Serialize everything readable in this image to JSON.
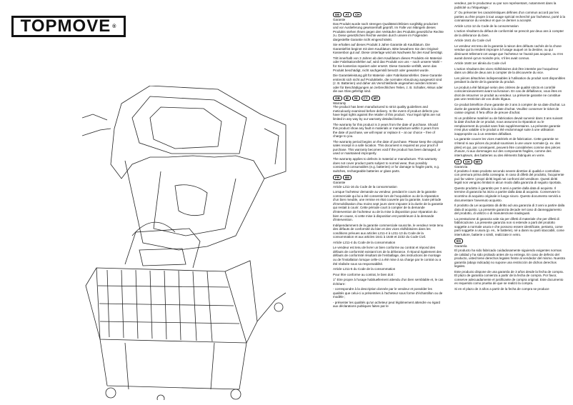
{
  "brand": {
    "logo_text": "TOPMOVE",
    "registered": "®"
  },
  "illustration": {
    "subject": "shopping trolley bag and baby seat cover line drawing"
  },
  "column1": {
    "sections": [
      {
        "badges": [
          "DE",
          "AT",
          "CH"
        ],
        "heading": "Garantie",
        "paragraphs": [
          "Das Produkt wurde nach strengen Qualitätsrichtlinien sorgfältig produziert und vor Auslieferung gewissenhaft geprüft. Im Falle von Mängeln dieses Produkts stehen Ihnen gegen den Verkäufer des Produkts gesetzliche Rechte zu. Diese gesetzlichen Rechte werden durch unsere im Folgenden dargestellte Garantie nicht eingeschränkt.",
          "Sie erhalten auf dieses Produkt 3 Jahre Garantie ab Kaufdatum. Die Garantiefrist beginnt mit dem Kaufdatum. Bitte bewahren Sie den Original-Kassenbon gut auf. Diese Unterlage wird als Nachweis für den Kauf benötigt.",
          "Tritt innerhalb von 3 Jahren ab dem Kaufdatum dieses Produkts ein Material- oder Fabrikationsfehler auf, wird das Produkt von uns – nach unserer Wahl – für Sie kostenlos repariert oder ersetzt. Diese Garantie verfällt, wenn das Produkt beschädigt, nicht sachgemäß benutzt oder gewartet wurde.",
          "Die Garantieleistung gilt für Material- oder Fabrikationsfehler. Diese Garantie erstreckt sich nicht auf Produktteile, die normaler Abnutzung ausgesetzt sind (z. B. Batterien) und daher als Verschleißteile angesehen werden können oder für Beschädigungen an zerbrechlichen Teilen, z. B. Schalter, Akkus oder die aus Glas gefertigt sind."
        ]
      },
      {
        "badges": [
          "GB",
          "IE",
          "NI",
          "CY",
          "MT"
        ],
        "heading": "Warranty",
        "paragraphs": [
          "The product has been manufactured to strict quality guidelines and meticulously examined before delivery. In the event of product defects you have legal rights against the retailer of this product. Your legal rights are not limited in any way by our warranty detailed below.",
          "The warranty for this product is 3 years from the date of purchase. Should this product show any fault in materials or manufacture within 3 years from the date of purchase, we will repair or replace it – at our choice – free of charge to you.",
          "The warranty period begins on the date of purchase. Please keep the original sales receipt in a safe location. This document is required as your proof of purchase. This warranty becomes void if the product has been damaged, or used or maintained improperly.",
          "The warranty applies to defects in material or manufacture. This warranty does not cover product parts subject to normal wear, thus possibly considered consumables (e.g. batteries) or for damage to fragile parts, e.g. switches, rechargeable batteries or glass parts."
        ]
      },
      {
        "badges": [
          "FR",
          "BE"
        ],
        "heading": "Garantie",
        "paragraphs": [
          "Article L211-16 du Code de la consommation",
          "Lorsque l'acheteur demande au vendeur, pendant le cours de la garantie commerciale qui lui a été consentie lors de l'acquisition ou de la réparation d'un bien meuble, une remise en état couverte par la garantie, toute période d'immobilisation d'au moins sept jours vient s'ajouter à la durée de la garantie qui restait à courir. Cette période court à compter de la demande d'intervention de l'acheteur ou de la mise à disposition pour réparation du bien en cause, si cette mise à disposition est postérieure à la demande d'intervention.",
          "Indépendamment de la garantie commerciale souscrite, le vendeur reste tenu des défauts de conformité du bien et des vices rédhibitoires dans les conditions prévues aux articles L211-4 à L211-13 du Code de la consommation et aux articles 1641 à 1648 et 2232 du Code Civil.",
          "Article L211-4 du Code de la consommation",
          "Le vendeur est tenu de livrer un bien conforme au contrat et répond des défauts de conformité existant lors de la délivrance. Il répond également des défauts de conformité résultant de l'emballage, des instructions de montage ou de l'installation lorsque celle-ci a été mise à sa charge par le contrat ou a été réalisée sous sa responsabilité.",
          "Article L211-5 du Code de la consommation",
          "Pour être conforme au contrat, le bien doit :",
          "1° Etre propre à l'usage habituellement attendu d'un bien semblable et, le cas échéant :",
          "- correspondre à la description donnée par le vendeur et posséder les qualités que celui-ci a présentées à l'acheteur sous forme d'échantillon ou de modèle ;",
          "- présenter les qualités qu'un acheteur peut légitimement attendre eu égard aux déclarations publiques faites par le"
        ]
      }
    ]
  },
  "column2": {
    "sections": [
      {
        "badges": [],
        "heading": "",
        "paragraphs": [
          "vendeur, par le producteur ou par son représentant, notamment dans la publicité ou l'étiquetage ;",
          "2° Ou présenter les caractéristiques définies d'un commun accord par les parties ou être propre à tout usage spécial recherché par l'acheteur, porté à la connaissance du vendeur et que ce dernier a accepté.",
          "Article L211-12 du Code de la consommation",
          "L'action résultant du défaut de conformité se prescrit par deux ans à compter de la délivrance du bien.",
          "Article 1641 du Code civil",
          "Le vendeur est tenu de la garantie à raison des défauts cachés de la chose vendue qui la rendent impropre à l'usage auquel on la destine, ou qui diminuent tellement cet usage que l'acheteur ne l'aurait pas acquise, ou n'en aurait donné qu'un moindre prix, s'il les avait connus.",
          "Article 1648 1er alinéa du Code civil",
          "L'action résultant des vices rédhibitoires doit être intentée par l'acquéreur dans un délai de deux ans à compter de la découverte du vice.",
          "Les pièces détachées indispensables à l'utilisation du produit sont disponibles pendant la durée de la garantie du produit.",
          "Le produit a été fabriqué selon des critères de qualité stricts et contrôlé consciencieusement avant sa livraison. En cas de défaillance, vous êtes en droit de retourner ce produit au vendeur. La présente garantie ne constitue pas une restriction de vos droits légaux.",
          "Ce produit bénéficie d'une garantie de 3 ans à compter de sa date d'achat. La durée de garantie débute à la date d'achat. Veuillez conserver le ticket de caisse original. Il fera office de preuve d'achat.",
          "Si un problème matériel ou de fabrication devait survenir dans 3 ans suivant la date d'achat de ce produit, nous assurons la réparation ou le remplacement du produit sans frais supplémentaires. La présente garantie n'est plus valable si le produit a été endommagé suite à une utilisation inappropriée ou à un entretien défaillant.",
          "La garantie couvre les vices matériels et de fabrication. Cette garantie ne s'étend ni aux pièces du produit soumises à une usure normale (p. ex. des piles) et qui, par conséquent, peuvent être considérées comme des pièces d'usure, ni aux dommages sur des composants fragiles, comme des interrupteurs, des batteries ou des éléments fabriqués en verre."
        ]
      },
      {
        "badges": [
          "IT",
          "CH",
          "MT"
        ],
        "heading": "Garanzia",
        "paragraphs": [
          "Il prodotto è stato prodotto secondo severe direttive di qualità e controllato con premura prima della consegna. In caso di difetti del prodotto, l'acquirente può far valere i propri diritti legali nei confronti del venditore. Questi diritti legali non vengono limitati in alcun modo dalla garanzia di seguito riportata.",
          "Questo prodotto è garantito per 3 anni a partire dalla data di acquisto. Il termine di garanzia ha inizio a partire dalla data di acquisto. Conservare lo scontrino di acquisto originale in luogo sicuro. Questo documento servirà a documentare l'avvenuto acquisto.",
          "Il prodotto da Lei acquistato dà diritto ad una garanzia di 3 anni a partire dalla data di acquisto. La presente garanzia decade nel caso di danneggiamento del prodotto, di utilizzo o di manutenzione inadeguati.",
          "La prestazione di garanzia vale sia per difetti di materiale che per difetti di fabbricazione. La presente garanzia non si estende a parti del prodotto soggette a normale usura e che possono essere identificate, pertanto, come parti soggette a usura (p. es., le batterie), né a danni su parti staccabili, come interruttore, batterie o simili, realizzate in vetro."
        ]
      },
      {
        "badges": [
          "ES"
        ],
        "heading": "Garantía",
        "paragraphs": [
          "El producto ha sido fabricado cuidadosamente siguiendo exigentes normas de calidad y ha sido probado antes de su entrega. En caso de defecto del producto, usted tiene derechos legales frente al vendedor del mismo. Nuestra garantía (abajo indicada) no supone una restricción de dichos derechos legales.",
          "Este producto dispone de una garantía de 3 años desde la fecha de compra. El plazo de garantía comienza a partir de la fecha de compra. Por favor, conserve adecuadamente el justificante de compra original. Este documento es requerido como prueba de que se realizó la compra.",
          "Si en el plazo de 3 años a partir de la fecha de compra se produce"
        ]
      }
    ]
  }
}
